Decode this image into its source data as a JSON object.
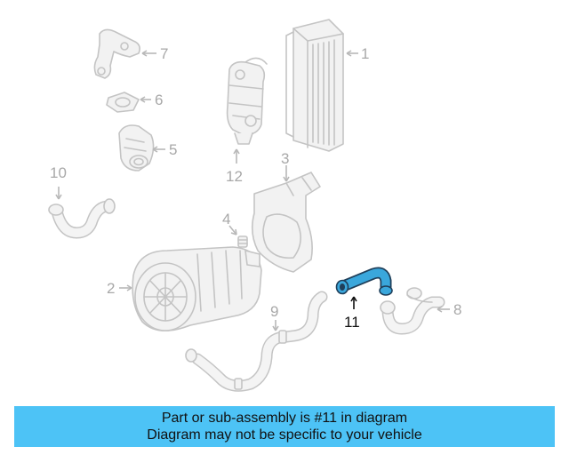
{
  "diagram": {
    "callouts": {
      "c1": "1",
      "c2": "2",
      "c3": "3",
      "c4": "4",
      "c5": "5",
      "c6": "6",
      "c7": "7",
      "c8": "8",
      "c9": "9",
      "c10": "10",
      "c11": "11",
      "c12": "12"
    },
    "highlight_part": "11",
    "colors": {
      "highlight": "#3aa7dc",
      "outline": "#1f3f5a",
      "ghost": "#c4c4c4",
      "banner": "#4dc3f6"
    }
  },
  "banner": {
    "line1": "Part or sub-assembly is #11 in diagram",
    "line2": "Diagram may not be specific to your vehicle"
  }
}
